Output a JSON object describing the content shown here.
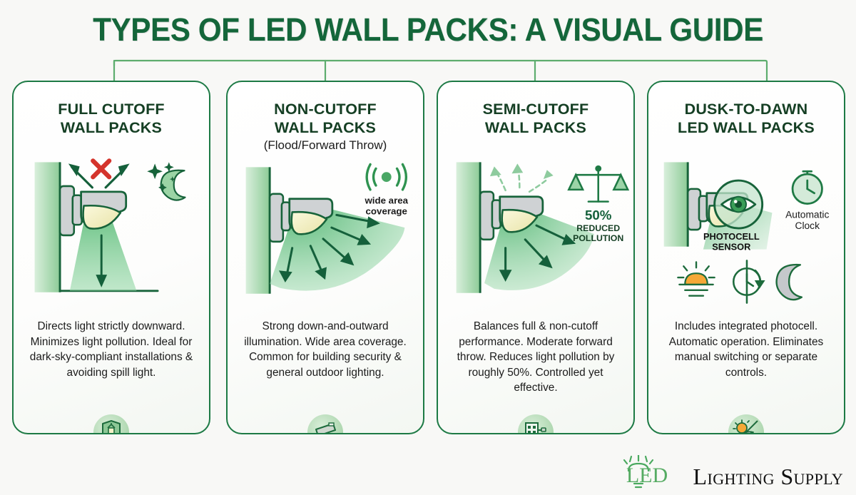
{
  "title": "TYPES OF LED WALL PACKS: A VISUAL GUIDE",
  "theme": {
    "background": "#f8f8f6",
    "title_green": "#14663a",
    "card_border_green": "#1d7a45",
    "heading_green": "#153f24",
    "connector_green": "#5dad6e",
    "light_cone_green": "#65c07e",
    "accent_red": "#d4342c",
    "lens_cream": "#f2efc2",
    "fixture_gray": "#cfd2d4",
    "badge_green": "#b8dcb8",
    "sun_orange": "#f6a837",
    "moon_gray": "#c5c8cb"
  },
  "cards": [
    {
      "title": "FULL CUTOFF\nWALL PACKS",
      "subtitle": "",
      "body": "Directs light strictly downward. Minimizes light pollution. Ideal for dark-sky-compliant installations & avoiding spill light.",
      "badge_icon": "shield-lantern-icon",
      "illustration": {
        "name": "full-cutoff-diagram",
        "wall": true,
        "fixture": true,
        "cone": "narrow-downward",
        "arrows_down": 1,
        "blocked_marker": "red-x",
        "upward_arrows": 2,
        "extra_icon": "moon-stars-icon",
        "ground_line": true
      }
    },
    {
      "title": "NON-CUTOFF\nWALL PACKS",
      "subtitle": "(Flood/Forward Throw)",
      "body": "Strong down-and-outward illumination. Wide area coverage. Common for building security & general outdoor lighting.",
      "badge_icon": "security-camera-icon",
      "illustration": {
        "name": "non-cutoff-diagram",
        "wall": true,
        "fixture": true,
        "cone": "wide-fan",
        "arrows_down": 5,
        "extra_icon": "broadcast-waves-icon",
        "extra_label": "wide area\ncoverage"
      }
    },
    {
      "title": "SEMI-CUTOFF\nWALL PACKS",
      "subtitle": "",
      "body": "Balances full & non-cutoff performance. Moderate forward throw. Reduces light pollution by roughly 50%. Controlled yet effective.",
      "badge_icon": "building-light-icon",
      "illustration": {
        "name": "semi-cutoff-diagram",
        "wall": true,
        "fixture": true,
        "cone": "medium-fan",
        "arrows_down": 3,
        "dashed_upward_arrows": 3,
        "extra_icon": "balance-scale-icon",
        "stat_value": "50%",
        "stat_label": "REDUCED\nPOLLUTION"
      }
    },
    {
      "title": "DUSK-TO-DAWN\nLED WALL PACKS",
      "subtitle": "",
      "body": "Includes integrated photocell. Automatic operation. Eliminates manual switching or separate controls.",
      "badge_icon": "sun-moon-icon",
      "illustration": {
        "name": "dusk-to-dawn-diagram",
        "wall": true,
        "fixture": true,
        "cone": "forward-throw",
        "sensor_icon": "eye-photocell-icon",
        "sensor_label": "PHOTOCELL\nSENSOR",
        "clock_icon": "stopwatch-icon",
        "clock_label": "Automatic\nClock",
        "cycle_icons": [
          "sunrise-icon",
          "clock-arrow-icon",
          "moon-icon"
        ]
      }
    }
  ],
  "footer": {
    "logo_mark": "LED",
    "logo_word": "Lighting Supply",
    "logo_bulb_icon": "bulb-rays-icon"
  }
}
